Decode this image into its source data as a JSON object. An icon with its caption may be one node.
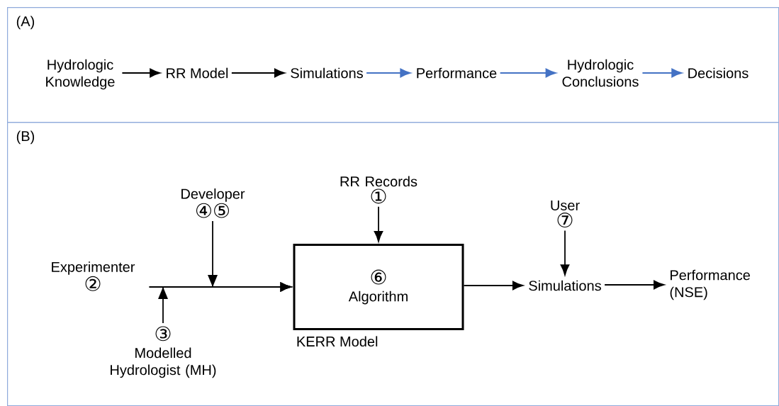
{
  "diagram": {
    "nodes": [
      {
        "text": [
          "(A)"
        ]
      },
      {
        "text": [
          "Hydrologic Knowledge"
        ],
        "in": 0
      },
      {
        "text": [
          "RR Model"
        ],
        "in": 0
      },
      {
        "text": [
          "Simulations"
        ],
        "in": 0
      },
      {
        "text": [
          "Performance"
        ],
        "in": 0
      },
      {
        "text": [
          "Hydrologic Conclusions"
        ],
        "in": 0
      },
      {
        "text": [
          "Decisions"
        ],
        "in": 0
      },
      {
        "text": [
          "(B)"
        ]
      },
      {
        "text": [
          "RR Records",
          "①"
        ],
        "in": 7
      },
      {
        "text": [
          "Developer",
          "④⑤"
        ],
        "in": 7
      },
      {
        "text": [
          "User",
          "⑦"
        ],
        "in": 7
      },
      {
        "text": [
          "Experimenter",
          "②"
        ],
        "in": 7
      },
      {
        "text": [
          "⑥",
          "Algorithm"
        ],
        "beside": [
          "KERR Model"
        ],
        "in": 7
      },
      {
        "text": [
          "Simulations"
        ],
        "in": 7
      },
      {
        "text": [
          "Performance (NSE)"
        ],
        "in": 7
      },
      {
        "text": [
          "③",
          "Modelled Hydrologist (MH)"
        ],
        "in": 7
      }
    ],
    "edges": [
      {
        "from": 1,
        "to": 2,
        "arrow": "to"
      },
      {
        "from": 2,
        "to": 3,
        "arrow": "to"
      },
      {
        "from": 3,
        "to": 4,
        "arrow": "to",
        "color": "#4472c4"
      },
      {
        "from": 4,
        "to": 5,
        "arrow": "to",
        "color": "#4472c4"
      },
      {
        "from": 5,
        "to": 6,
        "arrow": "to",
        "color": "#4472c4"
      },
      {
        "from": 8,
        "to": 12,
        "arrow": "to"
      },
      {
        "from": 11,
        "to": 12,
        "arrow": "to"
      },
      {
        "from": 9,
        "to": 12,
        "arrow": "to"
      },
      {
        "from": 15,
        "to": 12,
        "arrow": "to"
      },
      {
        "from": 10,
        "to": 13,
        "arrow": "to"
      },
      {
        "from": 12,
        "to": 13,
        "arrow": "to"
      },
      {
        "from": 13,
        "to": 14,
        "arrow": "to"
      }
    ]
  }
}
